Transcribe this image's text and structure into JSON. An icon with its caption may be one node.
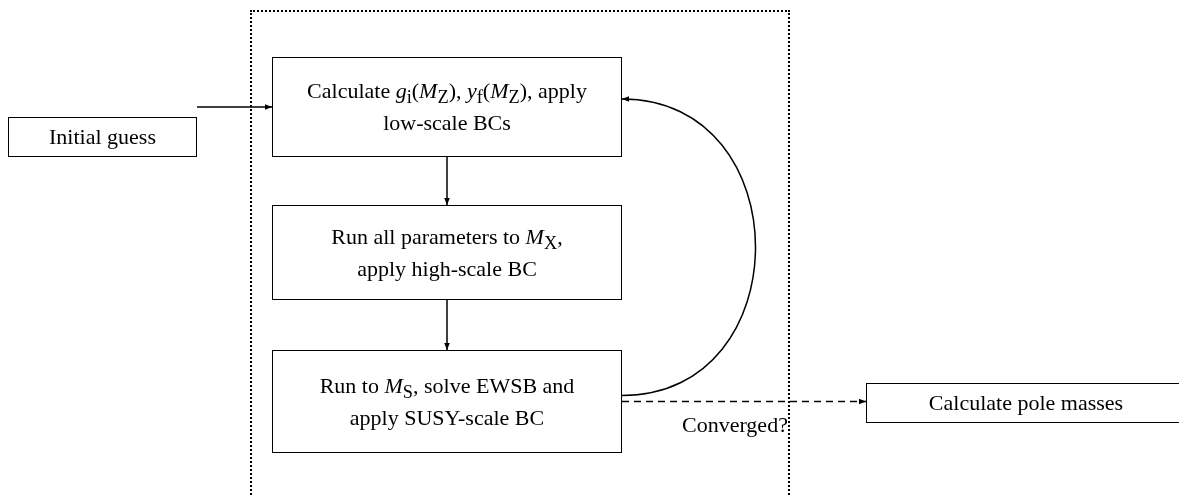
{
  "diagram": {
    "nodes": [
      {
        "text": [],
        "shape": "box"
      },
      {
        "text": [
          "Initial guess"
        ]
      },
      {
        "text": [
          "Calculate *g*$_{i}$(*M*$_{Z}$), *y*$_{f}$(*M*$_{Z}$), apply low-scale BCs"
        ],
        "in": 0
      },
      {
        "text": [
          "Run all parameters to *M*$_{X}$, apply high-scale BC"
        ],
        "in": 0
      },
      {
        "text": [
          "Run to *M*$_{S}$, solve EWSB and apply SUSY-scale BC"
        ],
        "in": 0
      },
      {
        "text": [
          "Calculate pole masses"
        ]
      }
    ],
    "edges": [
      {
        "from": 1,
        "to": 2,
        "arrow": "to"
      },
      {
        "from": 2,
        "to": 3,
        "arrow": "to"
      },
      {
        "from": 3,
        "to": 4,
        "arrow": "to"
      },
      {
        "from": 4,
        "to": 2,
        "arrow": "to"
      },
      {
        "from": 4,
        "to": 5,
        "arrow": "to",
        "style": "dashed",
        "label": "Converged?"
      }
    ]
  }
}
